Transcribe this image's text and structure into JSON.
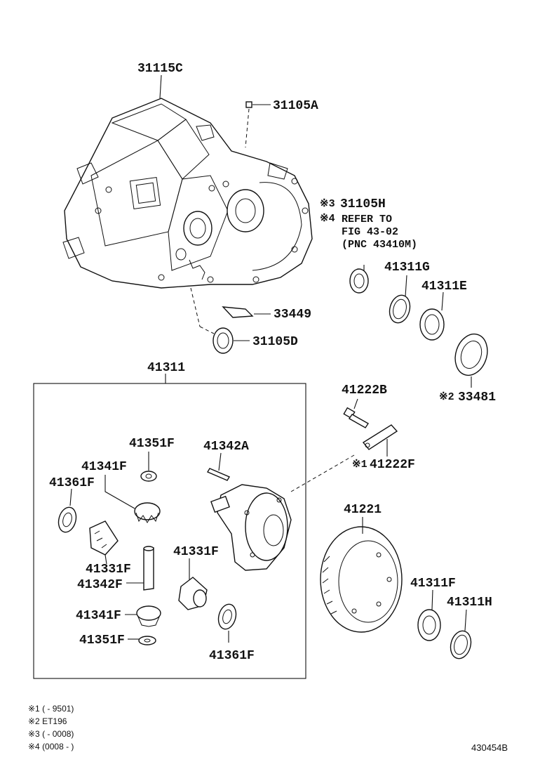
{
  "parts": {
    "p31115C": "31115C",
    "p31105A": "31105A",
    "p31105H_mark": "※3",
    "p31105H": "31105H",
    "refer_mark": "※4",
    "refer_line1": "REFER TO",
    "refer_line2": "FIG 43-02",
    "refer_line3": "(PNC 43410M)",
    "p41311G": "41311G",
    "p41311E": "41311E",
    "p33449": "33449",
    "p31105D": "31105D",
    "p33481_mark": "※2",
    "p33481": "33481",
    "p41311": "41311",
    "p41222B": "41222B",
    "p41222F_mark": "※1",
    "p41222F": "41222F",
    "p41351F_top": "41351F",
    "p41342A": "41342A",
    "p41341F_top": "41341F",
    "p41361F_left": "41361F",
    "p41221": "41221",
    "p41331F_left": "41331F",
    "p41342F": "41342F",
    "p41331F_right": "41331F",
    "p41341F_bottom": "41341F",
    "p41351F_bottom": "41351F",
    "p41361F_right": "41361F",
    "p41311F": "41311F",
    "p41311H": "41311H"
  },
  "notes": [
    "※1 (        - 9501)",
    "※2 ET196",
    "※3 (        - 0008)",
    "※4 (0008 -        )"
  ],
  "figure_number": "430454B"
}
